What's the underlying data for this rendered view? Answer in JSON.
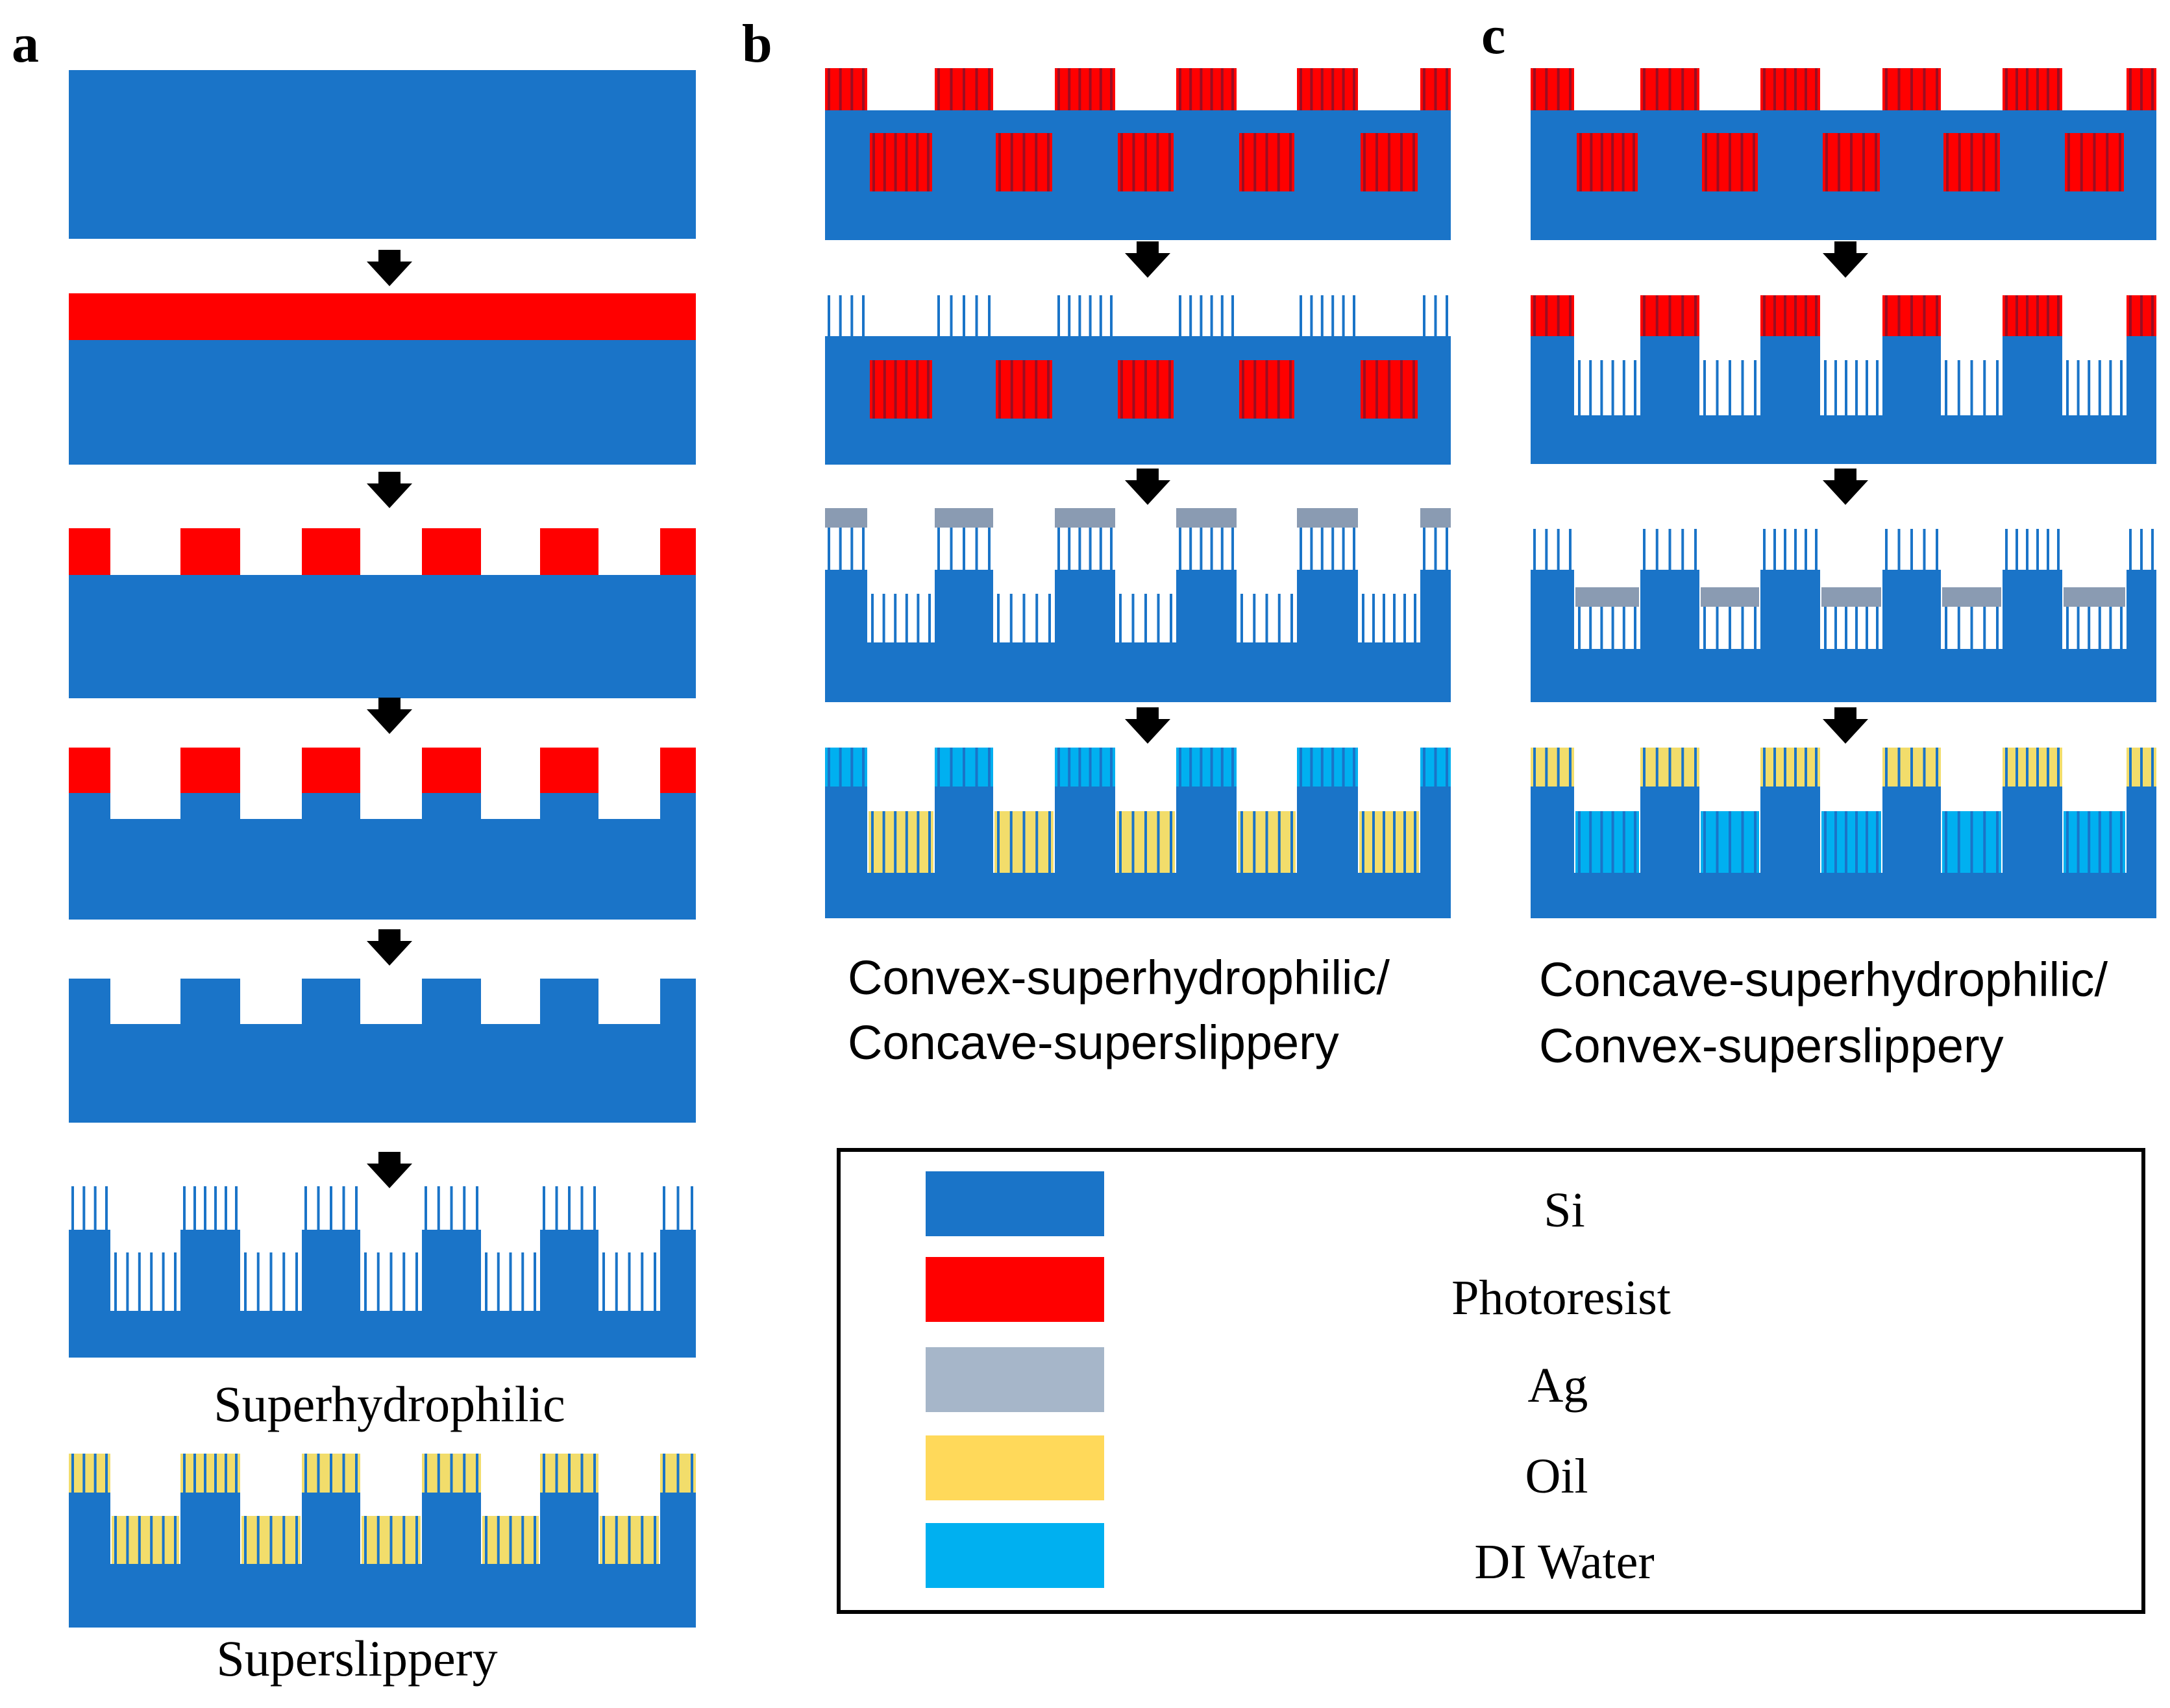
{
  "panels": {
    "a": {
      "letter": "a",
      "step6_caption": "Superhydrophilic",
      "step7_caption": "Superslippery"
    },
    "b": {
      "letter": "b",
      "caption_line1": "Convex-superhydrophilic/",
      "caption_line2": "Concave-superslippery"
    },
    "c": {
      "letter": "c",
      "caption_line1": "Concave-superhydrophilic/",
      "caption_line2": "Convex-superslippery"
    }
  },
  "legend": [
    {
      "label": "Si",
      "color": "#1a74c8"
    },
    {
      "label": "Photoresist",
      "color": "#ff0000"
    },
    {
      "label": "Ag",
      "color": "#a6b6c9"
    },
    {
      "label": "Oil",
      "color": "#ffd95a"
    },
    {
      "label": "DI Water",
      "color": "#00b0f0"
    }
  ],
  "colors": {
    "si": "#1a74c8",
    "photoresist": "#ff0000",
    "ag": "#8a9bb2",
    "oil": "#f2dd6b",
    "water": "#00b0f0",
    "arrow": "#000000"
  }
}
